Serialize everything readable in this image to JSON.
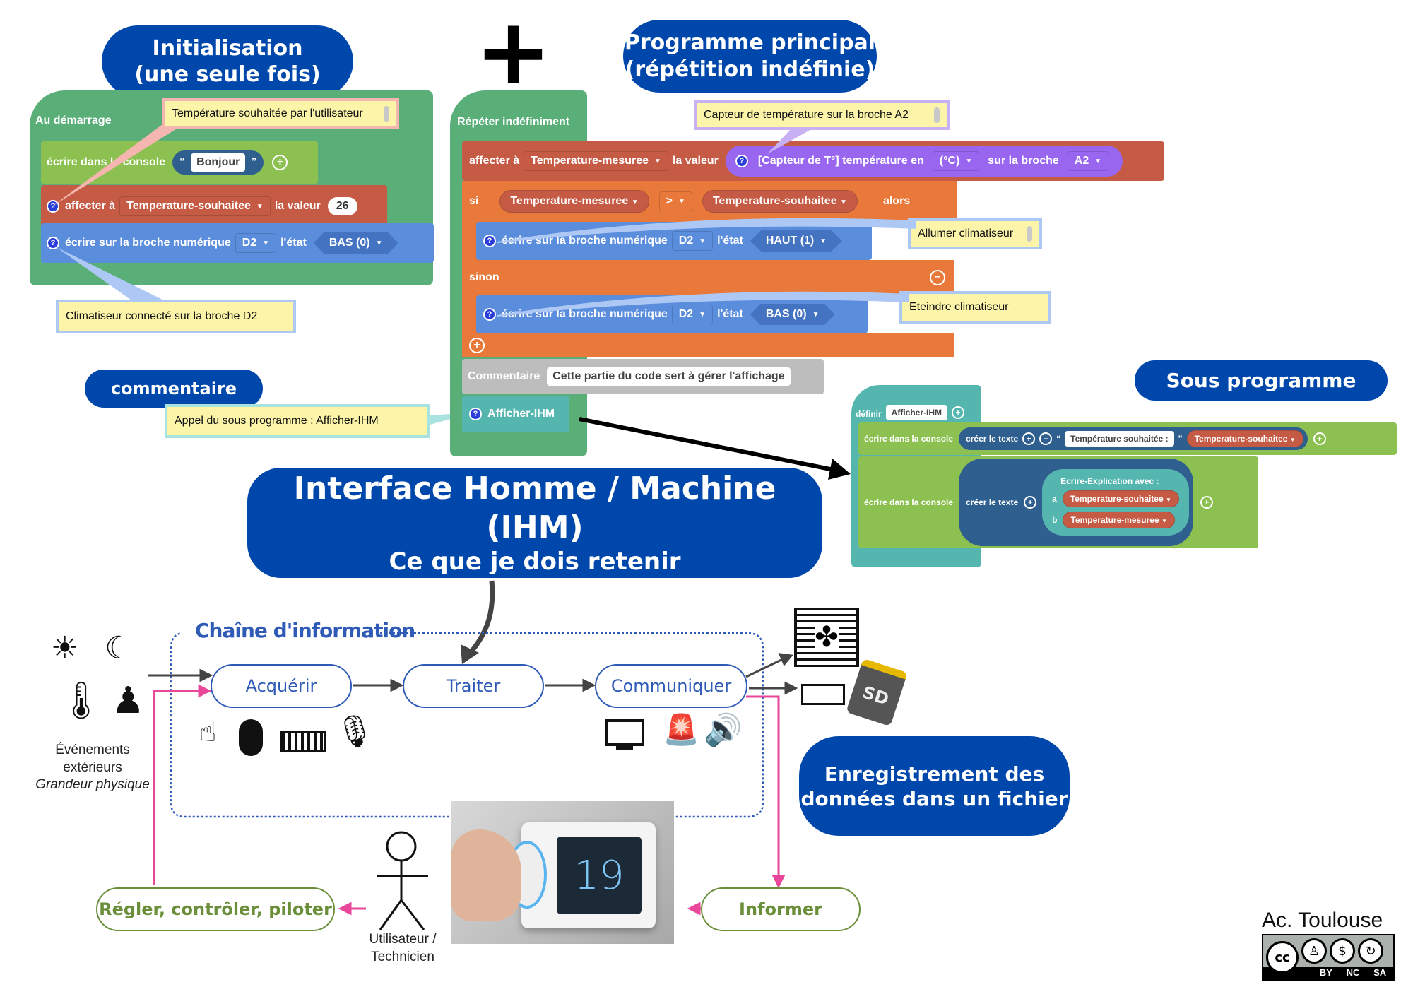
{
  "titles": {
    "init_line1": "Initialisation",
    "init_line2": "(une seule fois)",
    "plus": "+",
    "main_line1": "Programme principal",
    "main_line2": "(répétition indéfinie)",
    "sub_program": "Sous programme",
    "comment_label": "commentaire",
    "ihm_line1": "Interface Homme / Machine (IHM)",
    "ihm_line2": "Ce que je dois retenir",
    "recording_line1": "Enregistrement des",
    "recording_line2": "données dans un fichier"
  },
  "init_program": {
    "hat_label": "Au démarrage",
    "console_label": "écrire dans la console",
    "console_value": "Bonjour",
    "quote_open": "“",
    "quote_close": "”",
    "assign_label": "affecter à",
    "assign_var": "Temperature-souhaitee",
    "assign_value_label": "la valeur",
    "assign_value": "26",
    "write_pin_label": "écrire sur la broche numérique",
    "pin": "D2",
    "state_label": "l'état",
    "state": "BAS (0)",
    "comment_temp": "Température souhaitée par l'utilisateur",
    "comment_clim": "Climatiseur connecté sur la broche D2"
  },
  "main_program": {
    "hat_label": "Répéter indéfiniment",
    "assign_label": "affecter à",
    "assign_var": "Temperature-mesuree",
    "assign_value_label": "la valeur",
    "sensor_label": "[Capteur de T°] température en",
    "sensor_unit": "(°C)",
    "sensor_pin_label": "sur la broche",
    "sensor_pin": "A2",
    "comment_sensor": "Capteur de température sur la broche A2",
    "if_label": "si",
    "cond_left": "Temperature-mesuree",
    "cond_op": ">",
    "cond_right": "Temperature-souhaitee",
    "then_label": "alors",
    "write_pin_label": "écrire sur la broche numérique",
    "pin": "D2",
    "state_label": "l'état",
    "state_on": "HAUT (1)",
    "comment_on": "Allumer climatiseur",
    "else_label": "sinon",
    "state_off": "BAS (0)",
    "comment_off": "Eteindre climatiseur",
    "comment_block_label": "Commentaire",
    "comment_block_value": "Cette partie du code sert à gérer l'affichage",
    "call_label": "Afficher-IHM",
    "comment_call": "Appel du sous programme : Afficher-IHM"
  },
  "sub_program": {
    "define_label": "définir",
    "define_name": "Afficher-IHM",
    "console_label": "écrire dans la console",
    "create_text": "créer le texte",
    "text_value": "Température souhaitée :",
    "var1": "Temperature-souhaitee",
    "explain_label": "Ecrire-Explication avec :",
    "param_a": "a",
    "param_b": "b",
    "var_a": "Temperature-souhaitee",
    "var_b": "Temperature-mesuree"
  },
  "chain": {
    "title": "Chaîne d'information",
    "acquire": "Acquérir",
    "process": "Traiter",
    "communicate": "Communiquer",
    "events_line1": "Événements",
    "events_line2": "extérieurs",
    "events_line3": "Grandeur physique",
    "adjust": "Régler, contrôler, piloter",
    "inform": "Informer",
    "user_line1": "Utilisateur /",
    "user_line2": "Technicien",
    "thermostat_value": "19",
    "sd_label": "SD"
  },
  "footer": {
    "credit": "Ac. Toulouse",
    "license_cc": "cc",
    "license_by": "BY",
    "license_nc": "NC",
    "license_sa": "SA"
  },
  "colors": {
    "pill_blue": "#0047ab",
    "chain_blue": "#2f5bb7",
    "pink_arrow": "#e8479a",
    "green_outline": "#6b8e3a"
  }
}
